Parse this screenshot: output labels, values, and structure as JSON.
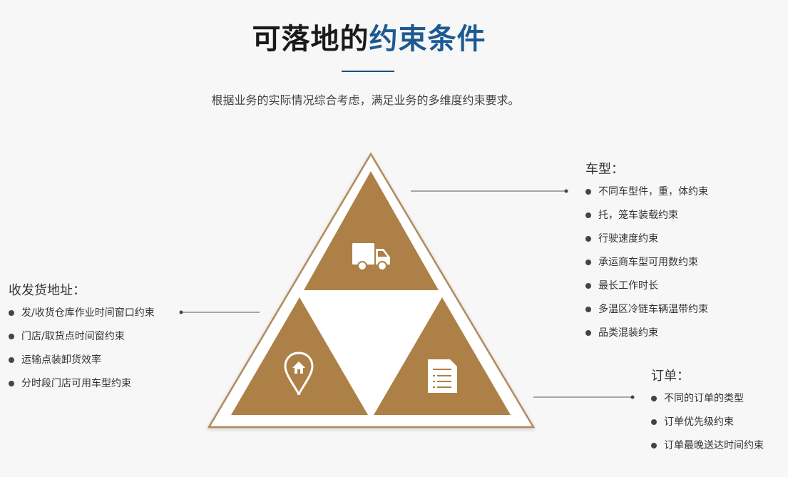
{
  "header": {
    "title_part1": "可落地的",
    "title_part2": "约束条件",
    "subtitle": "根据业务的实际情况综合考虑，满足业务的多维度约束要求。"
  },
  "colors": {
    "accent_blue": "#1d5a92",
    "triangle_brown": "#ad8048",
    "outline_brown": "#b08b5c"
  },
  "icons": {
    "top": "truck-icon",
    "left": "location-pin-home-icon",
    "right": "document-list-icon"
  },
  "groups": {
    "address": {
      "title": "收发货地址：",
      "items": [
        "发/收货仓库作业时间窗口约束",
        "门店/取货点时间窗约束",
        "运输点装卸货效率",
        "分时段门店可用车型约束"
      ]
    },
    "vehicle": {
      "title": "车型：",
      "items": [
        "不同车型件，重，体约束",
        "托，笼车装载约束",
        "行驶速度约束",
        "承运商车型可用数约束",
        "最长工作时长",
        "多温区冷链车辆温带约束",
        "品类混装约束"
      ]
    },
    "order": {
      "title": "订单：",
      "items": [
        "不同的订单的类型",
        "订单优先级约束",
        "订单最晚送达时间约束"
      ]
    }
  }
}
